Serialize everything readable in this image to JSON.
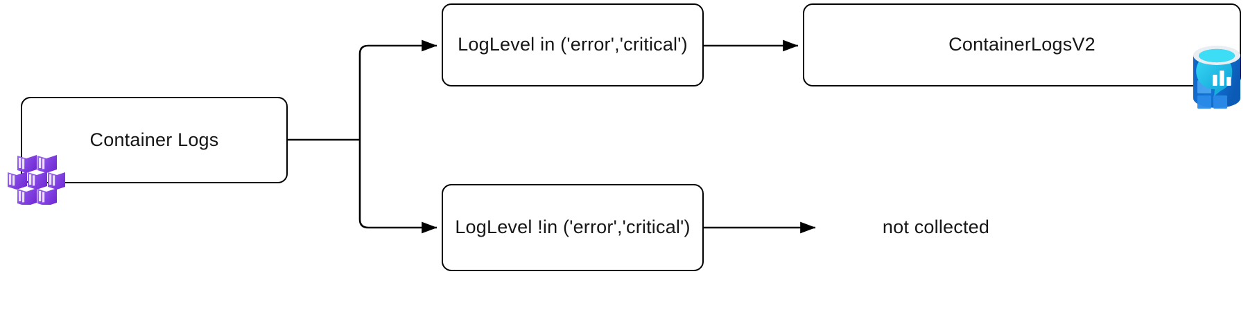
{
  "diagram": {
    "title": "Container log collection filtering flow",
    "type": "flow-diagram",
    "background_color": "#ffffff",
    "stroke_color": "#000000",
    "text_color": "#161616"
  },
  "nodes": {
    "source": {
      "label": "Container Logs",
      "icon": "container-cluster-icon",
      "icon_color": "#8a4fe0"
    },
    "filter_include": {
      "label": "LogLevel in ('error','critical')"
    },
    "filter_exclude": {
      "label": "LogLevel !in ('error','critical')"
    },
    "sink": {
      "label": "ContainerLogsV2",
      "icon": "azure-log-analytics-icon",
      "icon_color": "#0078d4"
    },
    "terminal_discard": {
      "label": "not collected"
    }
  },
  "edges": [
    {
      "from": "source",
      "to": "branch",
      "arrow": false
    },
    {
      "from": "branch",
      "to": "filter_include",
      "arrow": true
    },
    {
      "from": "branch",
      "to": "filter_exclude",
      "arrow": true
    },
    {
      "from": "filter_include",
      "to": "sink",
      "arrow": true
    },
    {
      "from": "filter_exclude",
      "to": "terminal_discard",
      "arrow": true
    }
  ]
}
